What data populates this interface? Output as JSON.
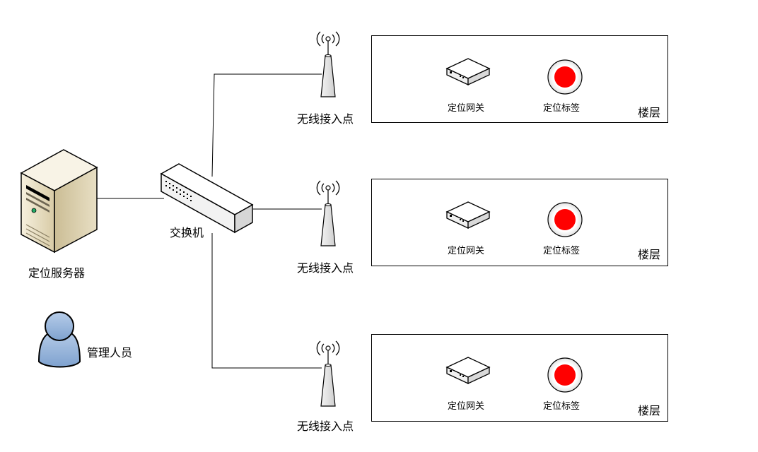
{
  "nodes": {
    "server": {
      "label": "定位服务器",
      "icon": "server-icon"
    },
    "switch": {
      "label": "交换机",
      "icon": "switch-icon"
    },
    "admin": {
      "label": "管理人员",
      "icon": "user-icon"
    }
  },
  "access_points": [
    {
      "label": "无线接入点",
      "icon": "antenna-icon"
    },
    {
      "label": "无线接入点",
      "icon": "antenna-icon"
    },
    {
      "label": "无线接入点",
      "icon": "antenna-icon"
    }
  ],
  "floors": [
    {
      "label": "楼层",
      "gateway_label": "定位网关",
      "tag_label": "定位标签"
    },
    {
      "label": "楼层",
      "gateway_label": "定位网关",
      "tag_label": "定位标签"
    },
    {
      "label": "楼层",
      "gateway_label": "定位网关",
      "tag_label": "定位标签"
    }
  ],
  "colors": {
    "tag_red": "#ff0000",
    "user_blue": "#9ab8dc",
    "server_beige": "#efe6cf",
    "line": "#000000"
  }
}
